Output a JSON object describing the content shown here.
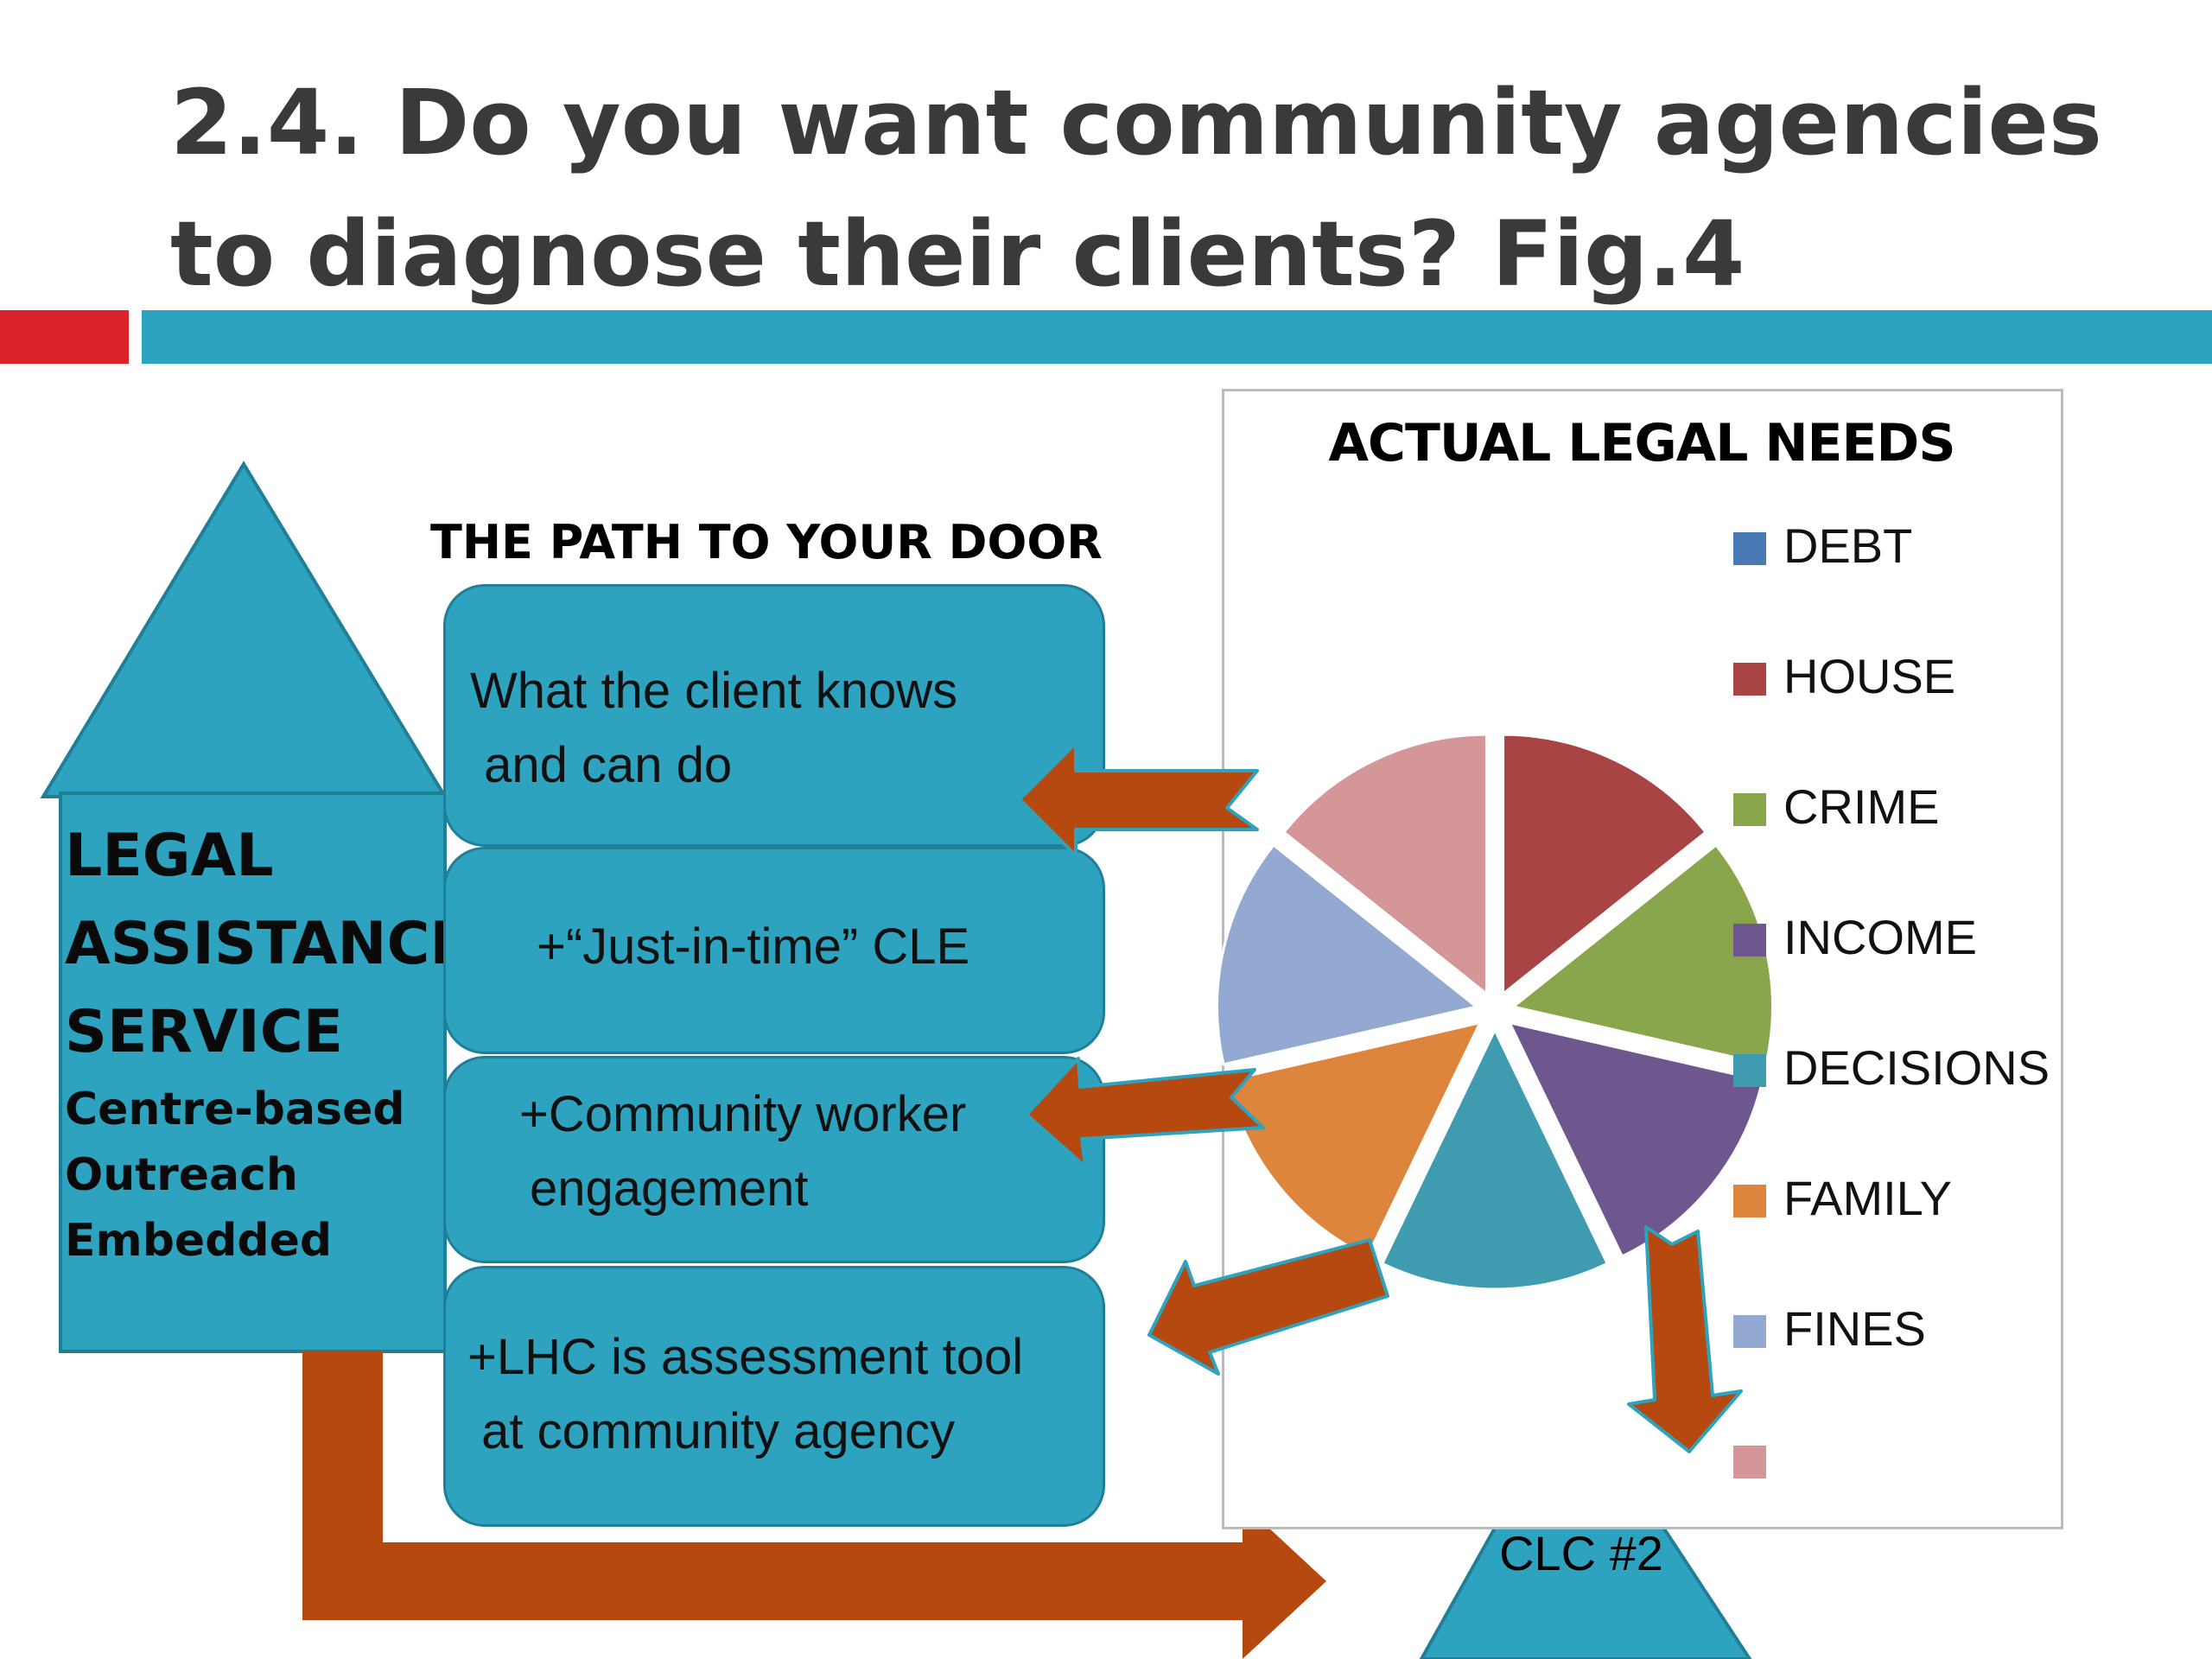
{
  "slide": {
    "title": "2.4. Do you want community agencies to diagnose their clients?  Fig.4"
  },
  "house": {
    "lines": [
      "LEGAL",
      "ASSISTANCE",
      "SERVICE"
    ],
    "sub_lines": [
      "Centre-based",
      "Outreach",
      "Embedded"
    ]
  },
  "path": {
    "title": "THE PATH TO YOUR DOOR",
    "boxes": [
      {
        "lines": [
          "What the client knows",
          " and can do"
        ]
      },
      {
        "lines": [
          "+“Just-in-time” CLE"
        ]
      },
      {
        "lines": [
          "+Community worker",
          "engagement"
        ]
      },
      {
        "lines": [
          "+LHC is assessment tool",
          " at community agency"
        ]
      }
    ]
  },
  "clc": {
    "label": "CLC #2"
  },
  "chart_data": {
    "type": "pie",
    "title": "ACTUAL LEGAL NEEDS",
    "categories": [
      "DEBT",
      "HOUSE",
      "CRIME",
      "INCOME",
      "DECISIONS",
      "FAMILY",
      "FINES",
      ""
    ],
    "values": [
      0,
      1,
      1,
      1,
      1,
      1,
      1,
      1
    ],
    "colors": [
      "#4a7ab5",
      "#a84544",
      "#8aa64c",
      "#6e568f",
      "#3f9bb0",
      "#dd853d",
      "#93a9d1",
      "#d49696"
    ],
    "legend": "right"
  }
}
